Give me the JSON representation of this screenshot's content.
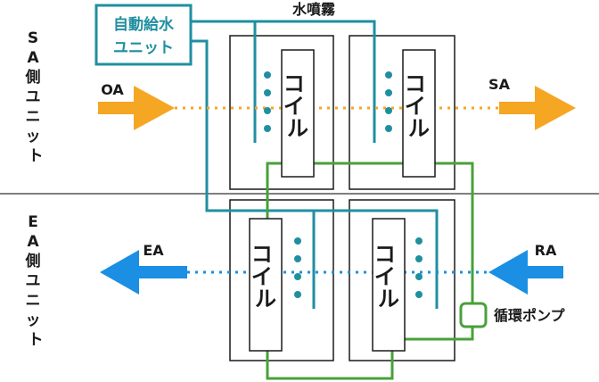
{
  "colors": {
    "teal": "#1f8fa0",
    "green": "#4aa03a",
    "orange": "#f5a623",
    "blue": "#1a8fe3",
    "line": "#1a1a1a",
    "divider": "#555555"
  },
  "labels": {
    "sa_unit": [
      "S",
      "A",
      "側",
      "ユ",
      "ニ",
      "ッ",
      "ト"
    ],
    "ea_unit": [
      "E",
      "A",
      "側",
      "ユ",
      "ニ",
      "ッ",
      "ト"
    ],
    "auto_water_line1": "自動給水",
    "auto_water_line2": "ユニット",
    "spray": "水噴霧",
    "oa": "OA",
    "sa": "SA",
    "ea": "EA",
    "ra": "RA",
    "pump": "循環ポンプ",
    "coil": [
      "コ",
      "イ",
      "ル"
    ]
  }
}
